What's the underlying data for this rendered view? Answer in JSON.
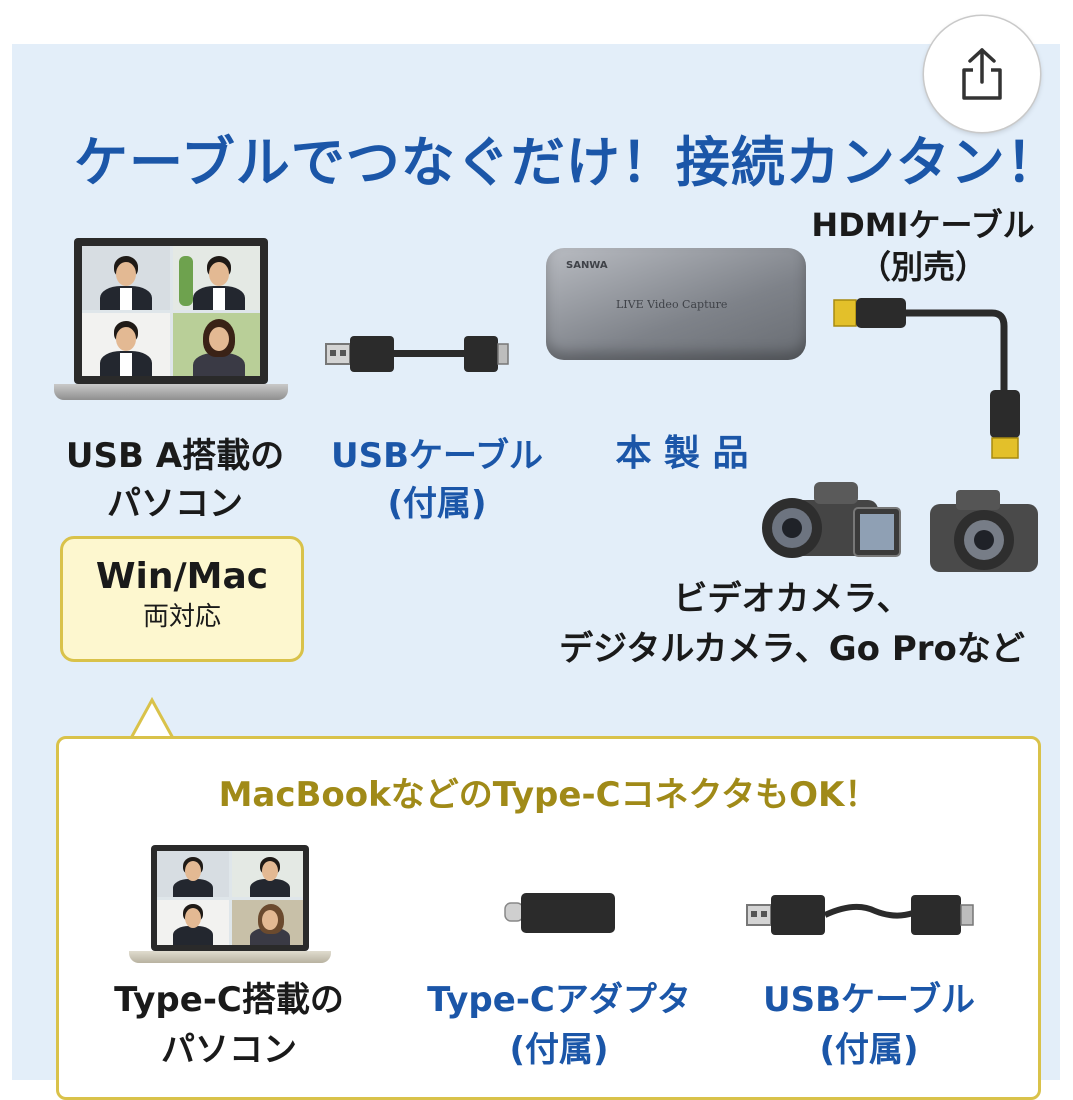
{
  "title": "ケーブルでつなぐだけ！接続カンタン！",
  "share_icon": "share-icon",
  "pc_label": [
    "USB A搭載の",
    "パソコン"
  ],
  "usb_cable_label": [
    "USBケーブル",
    "(付属)"
  ],
  "product_label": "本 製 品",
  "product_brand": "SANWA",
  "product_text": "LIVE Video Capture",
  "hdmi_label": [
    "HDMIケーブル",
    "（別売）"
  ],
  "os_badge": {
    "title": "Win/Mac",
    "subtitle": "両対応"
  },
  "camera_label": [
    "ビデオカメラ、",
    "デジタルカメラ、Go Proなど"
  ],
  "typec_section": {
    "title": "MacBookなどのType-CコネクタもOK！",
    "pc_label": [
      "Type-C搭載の",
      "パソコン"
    ],
    "adapter_label": [
      "Type-Cアダプタ",
      "(付属)"
    ],
    "cable_label": [
      "USBケーブル",
      "(付属)"
    ]
  },
  "colors": {
    "title_blue": "#1b56a8",
    "callout_gold": "#d9c24a",
    "background": "#e3eef9"
  }
}
